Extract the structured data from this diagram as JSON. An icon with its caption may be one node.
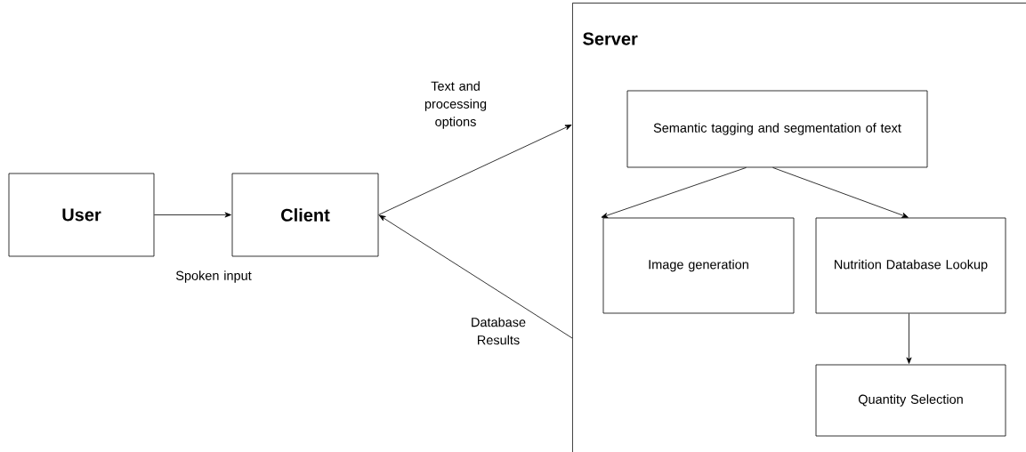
{
  "diagram": {
    "nodes": [
      {
        "text": [
          "User"
        ]
      },
      {
        "text": [
          "Client"
        ]
      },
      {
        "text": [
          "Server"
        ]
      },
      {
        "text": [
          "Semantic tagging and segmentation of text"
        ],
        "in": 2
      },
      {
        "text": [
          "Image generation"
        ],
        "in": 2
      },
      {
        "text": [
          "Nutrition Database Lookup"
        ],
        "in": 2
      },
      {
        "text": [
          "Quantity Selection"
        ],
        "in": 2
      }
    ],
    "edges": [
      {
        "from": 0,
        "to": 1,
        "arrow": "to",
        "label": "Spoken input"
      },
      {
        "from": 1,
        "to": 2,
        "arrow": "to",
        "label": "Text and processing options"
      },
      {
        "from": 2,
        "to": 1,
        "arrow": "to",
        "label": "Database Results"
      },
      {
        "from": 3,
        "to": 4,
        "arrow": "to"
      },
      {
        "from": 3,
        "to": 5,
        "arrow": "to"
      },
      {
        "from": 5,
        "to": 6,
        "arrow": "to"
      }
    ]
  }
}
